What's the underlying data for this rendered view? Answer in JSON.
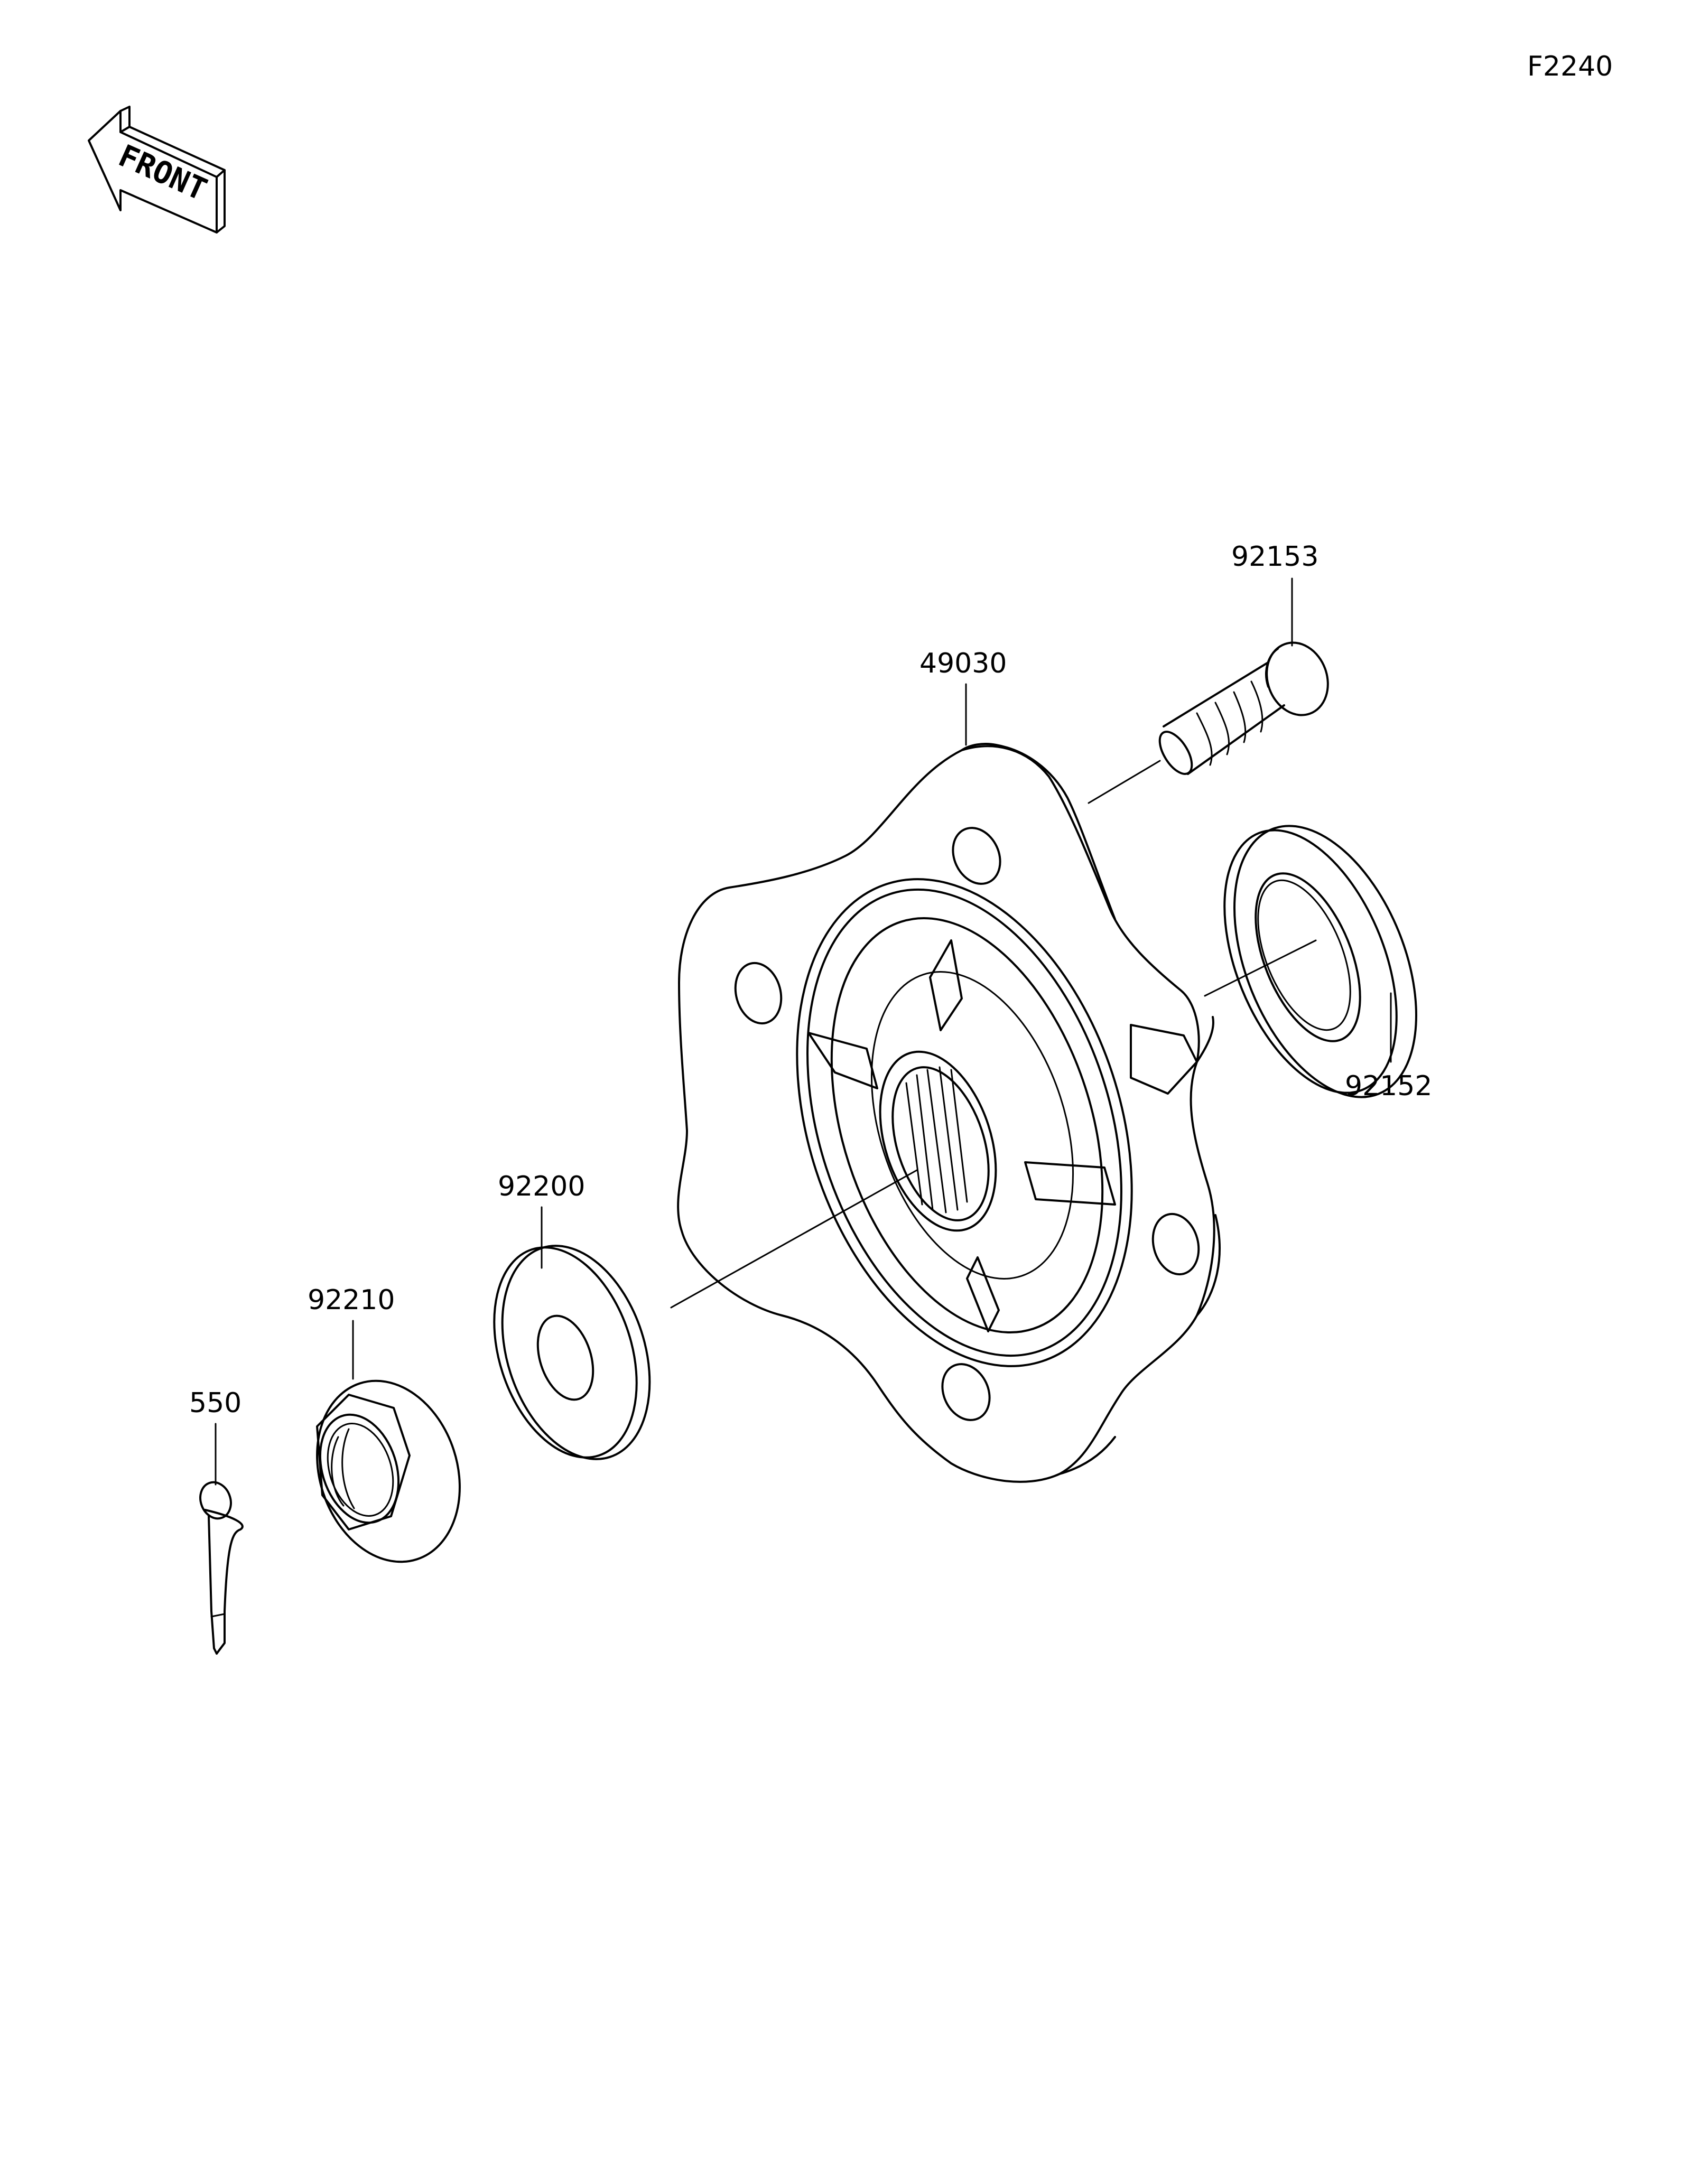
{
  "figure_code": "F2240",
  "front_arrow": {
    "label": "FRONT",
    "icon": "front-direction-arrow-icon"
  },
  "parts": [
    {
      "number": "92153"
    },
    {
      "number": "49030"
    },
    {
      "number": "92152"
    },
    {
      "number": "92200"
    },
    {
      "number": "92210"
    },
    {
      "number": "550"
    }
  ]
}
